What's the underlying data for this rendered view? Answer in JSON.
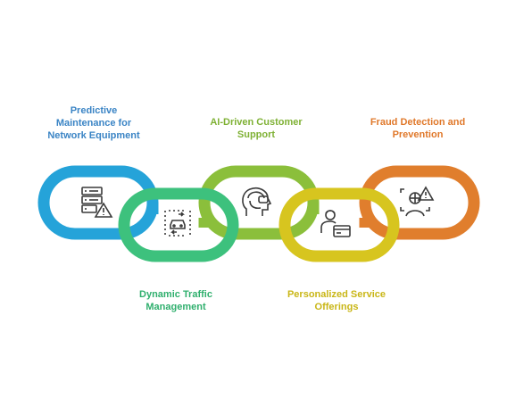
{
  "colors": {
    "blue": "#25A3D9",
    "green": "#3DC17D",
    "lime": "#8BBF3B",
    "yellow": "#D7C51F",
    "orange": "#E07E2D",
    "icon": "#3a3a3a",
    "label_blue": "#3A84C5",
    "label_green": "#2FAF6D",
    "label_lime": "#7FB135",
    "label_yellow": "#C9B616",
    "label_orange": "#E0782A"
  },
  "links": [
    {
      "label": "Predictive\nMaintenance for\nNetwork Equipment",
      "icon": "server-warning-icon",
      "color": "blue"
    },
    {
      "label": "Dynamic Traffic\nManagement",
      "icon": "car-scan-icon",
      "color": "green"
    },
    {
      "label": "AI-Driven Customer\nSupport",
      "icon": "headset-agent-icon",
      "color": "lime"
    },
    {
      "label": "Personalized Service\nOfferings",
      "icon": "user-card-icon",
      "color": "yellow"
    },
    {
      "label": "Fraud Detection and\nPrevention",
      "icon": "face-scan-warning-icon",
      "color": "orange"
    }
  ]
}
